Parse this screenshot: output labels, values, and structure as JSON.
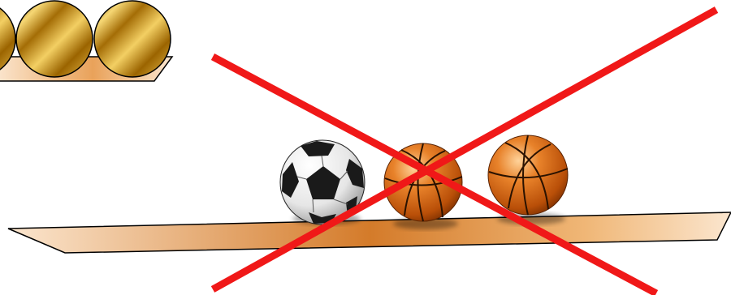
{
  "scene": {
    "top_group": {
      "ball_type": "gold-ball",
      "ball_count": 3,
      "shelf": "tilted-wooden-shelf"
    },
    "bottom_group": {
      "balls": [
        "soccer-ball",
        "basketball",
        "basketball"
      ],
      "shelf": "tilted-wooden-shelf"
    },
    "overlay": {
      "symbol": "red-x-cross",
      "meaning": "incorrect"
    }
  },
  "colors": {
    "gold_light": "#f6d774",
    "gold_dark": "#8a5a00",
    "shelf_light": "#fbe6cf",
    "shelf_dark": "#d47b2a",
    "basketball_orange": "#e07a1f",
    "basketball_dark": "#9a3d00",
    "soccer_white": "#f4f4f4",
    "soccer_black": "#1a1a1a",
    "cross_red": "#f01818",
    "outline": "#000000"
  }
}
